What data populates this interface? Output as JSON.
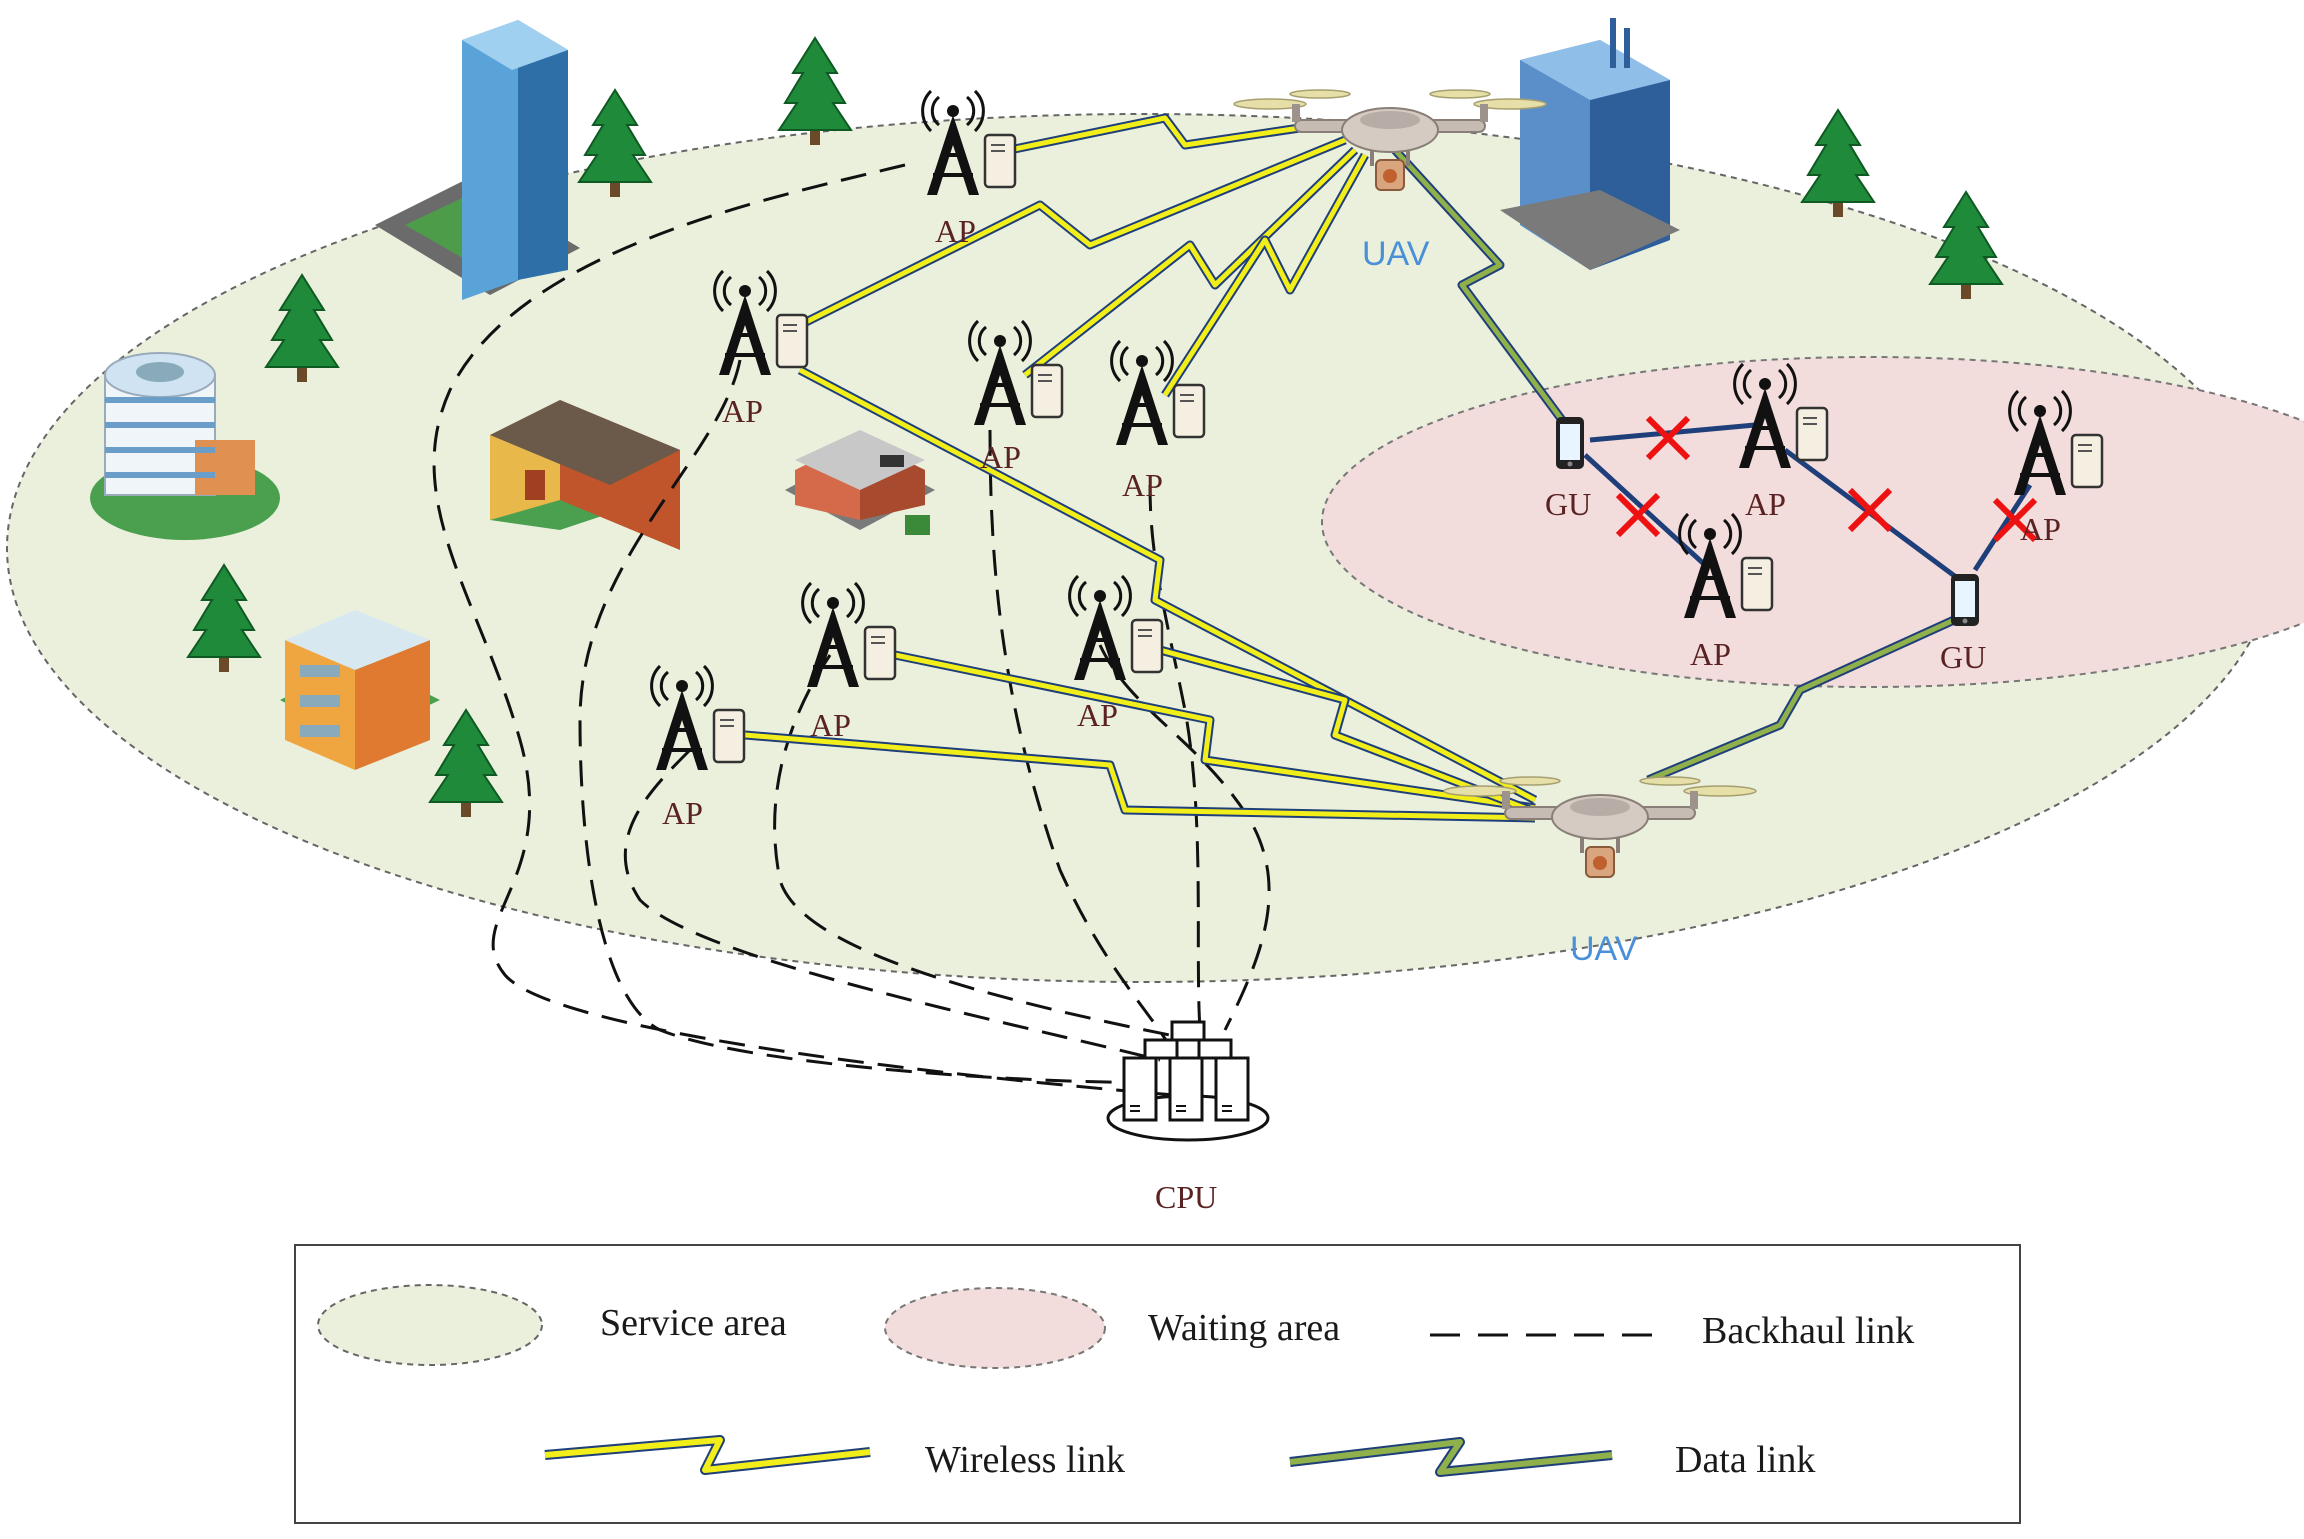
{
  "labels": {
    "ap": "AP",
    "gu": "GU",
    "uav": "UAV",
    "cpu": "CPU"
  },
  "legend": {
    "service_area": "Service area",
    "waiting_area": "Waiting area",
    "backhaul_link": "Backhaul link",
    "wireless_link": "Wireless link",
    "data_link": "Data link"
  },
  "colors": {
    "service_area": "#eaf0dc",
    "waiting_area": "#f2dcdc",
    "wireless_link": "#f2ee1a",
    "data_link": "#8fb04a",
    "link_outline": "#1f3f7a",
    "uav_label": "#4a90d9",
    "disconnect": "#ee1111"
  },
  "icons": {
    "ap": "antenna-tower-with-server-icon",
    "gu": "smartphone-icon",
    "uav": "quadcopter-drone-icon",
    "cpu": "server-cluster-icon",
    "building": "building-icon",
    "tree": "tree-icon",
    "disconnect": "red-cross-icon"
  }
}
